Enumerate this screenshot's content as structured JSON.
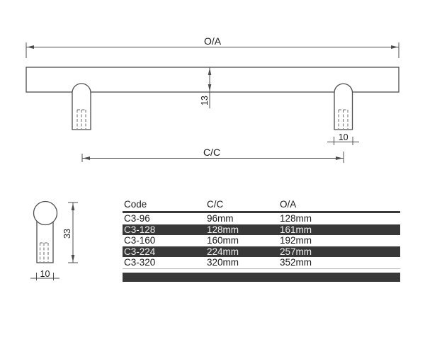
{
  "front_view": {
    "overall_dim_label": "O/A",
    "center_dim_label": "C/C",
    "bar_thickness_label": "13",
    "post_width_label": "10"
  },
  "end_view": {
    "overall_height_label": "33",
    "post_width_label": "10"
  },
  "spec_table": {
    "columns": [
      "Code",
      "C/C",
      "O/A"
    ],
    "rows": [
      {
        "code": "C3-96",
        "cc": "96mm",
        "oa": "128mm"
      },
      {
        "code": "C3-128",
        "cc": "128mm",
        "oa": "161mm"
      },
      {
        "code": "C3-160",
        "cc": "160mm",
        "oa": "192mm"
      },
      {
        "code": "C3-224",
        "cc": "224mm",
        "oa": "257mm"
      },
      {
        "code": "C3-320",
        "cc": "320mm",
        "oa": "352mm"
      }
    ],
    "colors": {
      "highlight_row_bg": "#383838",
      "highlight_row_text": "#f2f2f2",
      "header_rule": "#383838",
      "footer_band": "#383838",
      "line_color": "#4d4d4d"
    }
  }
}
